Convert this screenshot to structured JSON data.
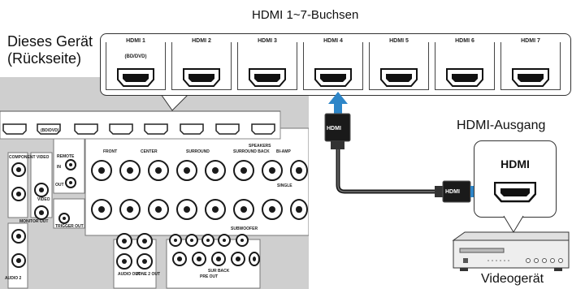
{
  "labels": {
    "ports_heading": "HDMI 1~7-Buchsen",
    "this_device_line1": "Dieses Gerät",
    "this_device_line2": "(Rückseite)",
    "hdmi_output": "HDMI-Ausgang",
    "video_device": "Videogerät"
  },
  "ports": [
    {
      "name": "HDMI 1",
      "sub": "(BD/DVD)"
    },
    {
      "name": "HDMI 2",
      "sub": ""
    },
    {
      "name": "HDMI 3",
      "sub": ""
    },
    {
      "name": "HDMI 4",
      "sub": ""
    },
    {
      "name": "HDMI 5",
      "sub": ""
    },
    {
      "name": "HDMI 6",
      "sub": ""
    },
    {
      "name": "HDMI 7",
      "sub": ""
    }
  ],
  "cable": {
    "plug_label_top": "HDMI",
    "plug_label_side": "HDMI"
  },
  "device_box": {
    "label": "HDMI"
  },
  "panel_text": {
    "component_video": "COMPONENT VIDEO",
    "front": "FRONT",
    "center": "CENTER",
    "surround": "SURROUND",
    "surround_back": "SURROUND BACK",
    "bi_amp": "BI-AMP",
    "speakers": "SPEAKERS",
    "remote": "REMOTE",
    "in": "IN",
    "out": "OUT",
    "video": "VIDEO",
    "monitor_out": "MONITOR OUT",
    "trigger_out": "TRIGGER OUT",
    "single": "SINGLE",
    "audio_out": "AUDIO OUT",
    "zone2_out": "ZONE 2 OUT",
    "pre_out": "PRE OUT",
    "subwoofer": "SUBWOOFER",
    "sur_back": "SUR BACK",
    "audio2": "AUDIO 2",
    "panel_port_sub": "(BD/DVD)"
  },
  "colors": {
    "arrow_blue": "#2e86c8",
    "panel_gray": "#cfcfcf",
    "outline": "#333333"
  }
}
